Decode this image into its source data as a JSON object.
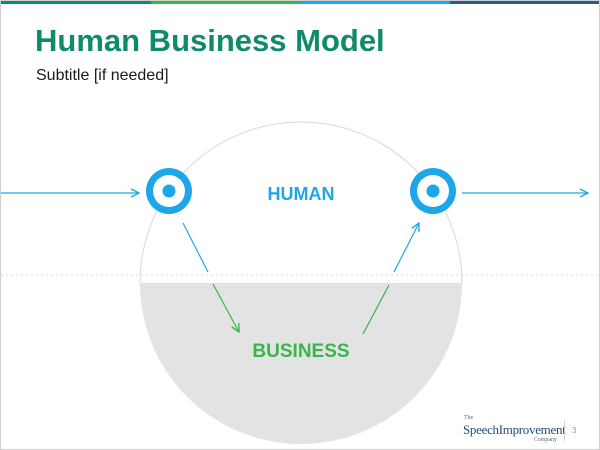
{
  "slide": {
    "title": "Human Business Model",
    "subtitle": "Subtitle [if needed]",
    "page_number": "3"
  },
  "diagram": {
    "nodes": {
      "human": "HUMAN",
      "business": "BUSINESS"
    }
  },
  "logo": {
    "the": "The",
    "main": "SpeechImprovement",
    "company": "Company"
  },
  "colors": {
    "title": "#0f8a6a",
    "subtitle": "#1a1a1a",
    "human_blue": "#1ea7e8",
    "business_green": "#3ab54a",
    "circle_fill": "#e3e3e3",
    "circle_outline": "#d8d8d8",
    "top_bar": [
      "#0f8a6a",
      "#3ab54a",
      "#1ea7e8",
      "#1f5f8b"
    ]
  }
}
